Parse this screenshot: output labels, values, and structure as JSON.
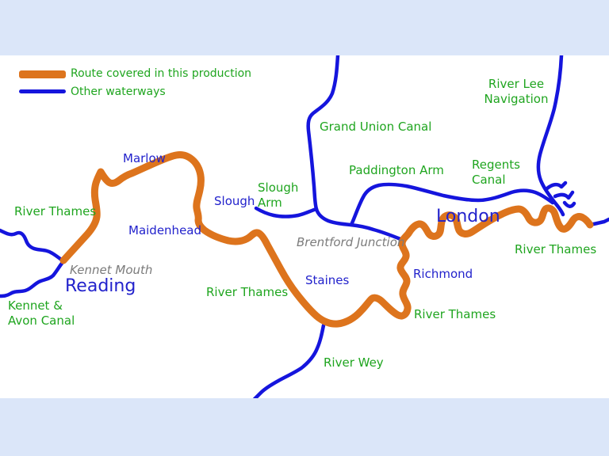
{
  "legend": {
    "route_label": "Route covered in this production",
    "other_label": "Other waterways"
  },
  "colors": {
    "route_orange": "#dd741d",
    "waterway_blue": "#1515dd",
    "label_green": "#1fa51f",
    "label_blue": "#2222cc",
    "label_gray": "#7b7b7b",
    "band_blue": "#dbe6f9",
    "map_white": "#ffffff"
  },
  "labels": {
    "river_thames_west": "River Thames",
    "kennet_avon_line1": "Kennet &",
    "kennet_avon_line2": "Avon Canal",
    "kennet_mouth": "Kennet Mouth",
    "reading": "Reading",
    "marlow": "Marlow",
    "maidenhead": "Maidenhead",
    "slough": "Slough",
    "slough_arm_line1": "Slough",
    "slough_arm_line2": "Arm",
    "river_thames_mid": "River Thames",
    "staines": "Staines",
    "river_wey": "River Wey",
    "grand_union": "Grand Union Canal",
    "paddington_arm": "Paddington Arm",
    "regents_line1": "Regents",
    "regents_line2": "Canal",
    "river_lee_line1": "River Lee",
    "river_lee_line2": "Navigation",
    "london": "London",
    "brentford_junction": "Brentford Junction",
    "richmond": "Richmond",
    "river_thames_richmond": "River Thames",
    "river_thames_east": "River Thames"
  }
}
